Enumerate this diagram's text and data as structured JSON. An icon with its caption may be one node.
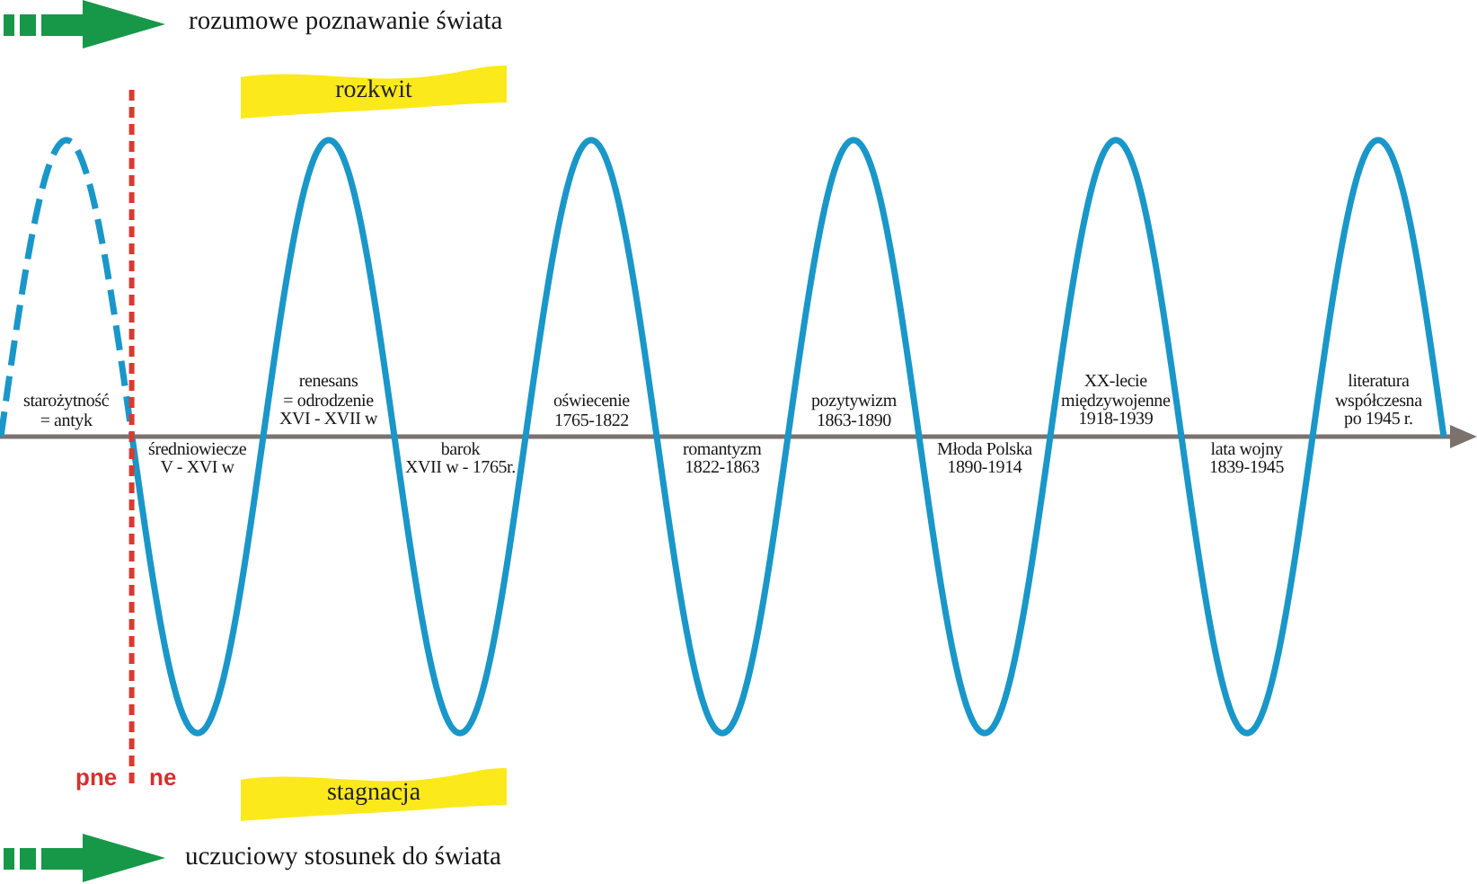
{
  "diagram": {
    "nodes": [
      {
        "text": [
          "rozkwit"
        ]
      },
      {
        "text": [
          "stagnacja"
        ]
      }
    ],
    "labels": [
      "rozumowe poznawanie świata",
      "starożytność = antyk",
      "średniowiecze V - XVI w",
      "renesans = odrodzenie XVI - XVII w",
      "barok XVII w - 1765r.",
      "oświecenie 1765-1822",
      "romantyzm 1822-1863",
      "pozytywizm 1863-1890",
      "Młoda Polska 1890-1914",
      "XX-lecie międzywojenne 1918-1939",
      "lata wojny 1839-1945",
      "literatura współczesna po 1945 r.",
      "pne",
      "ne",
      "uczuciowy stosunek do świata"
    ]
  }
}
